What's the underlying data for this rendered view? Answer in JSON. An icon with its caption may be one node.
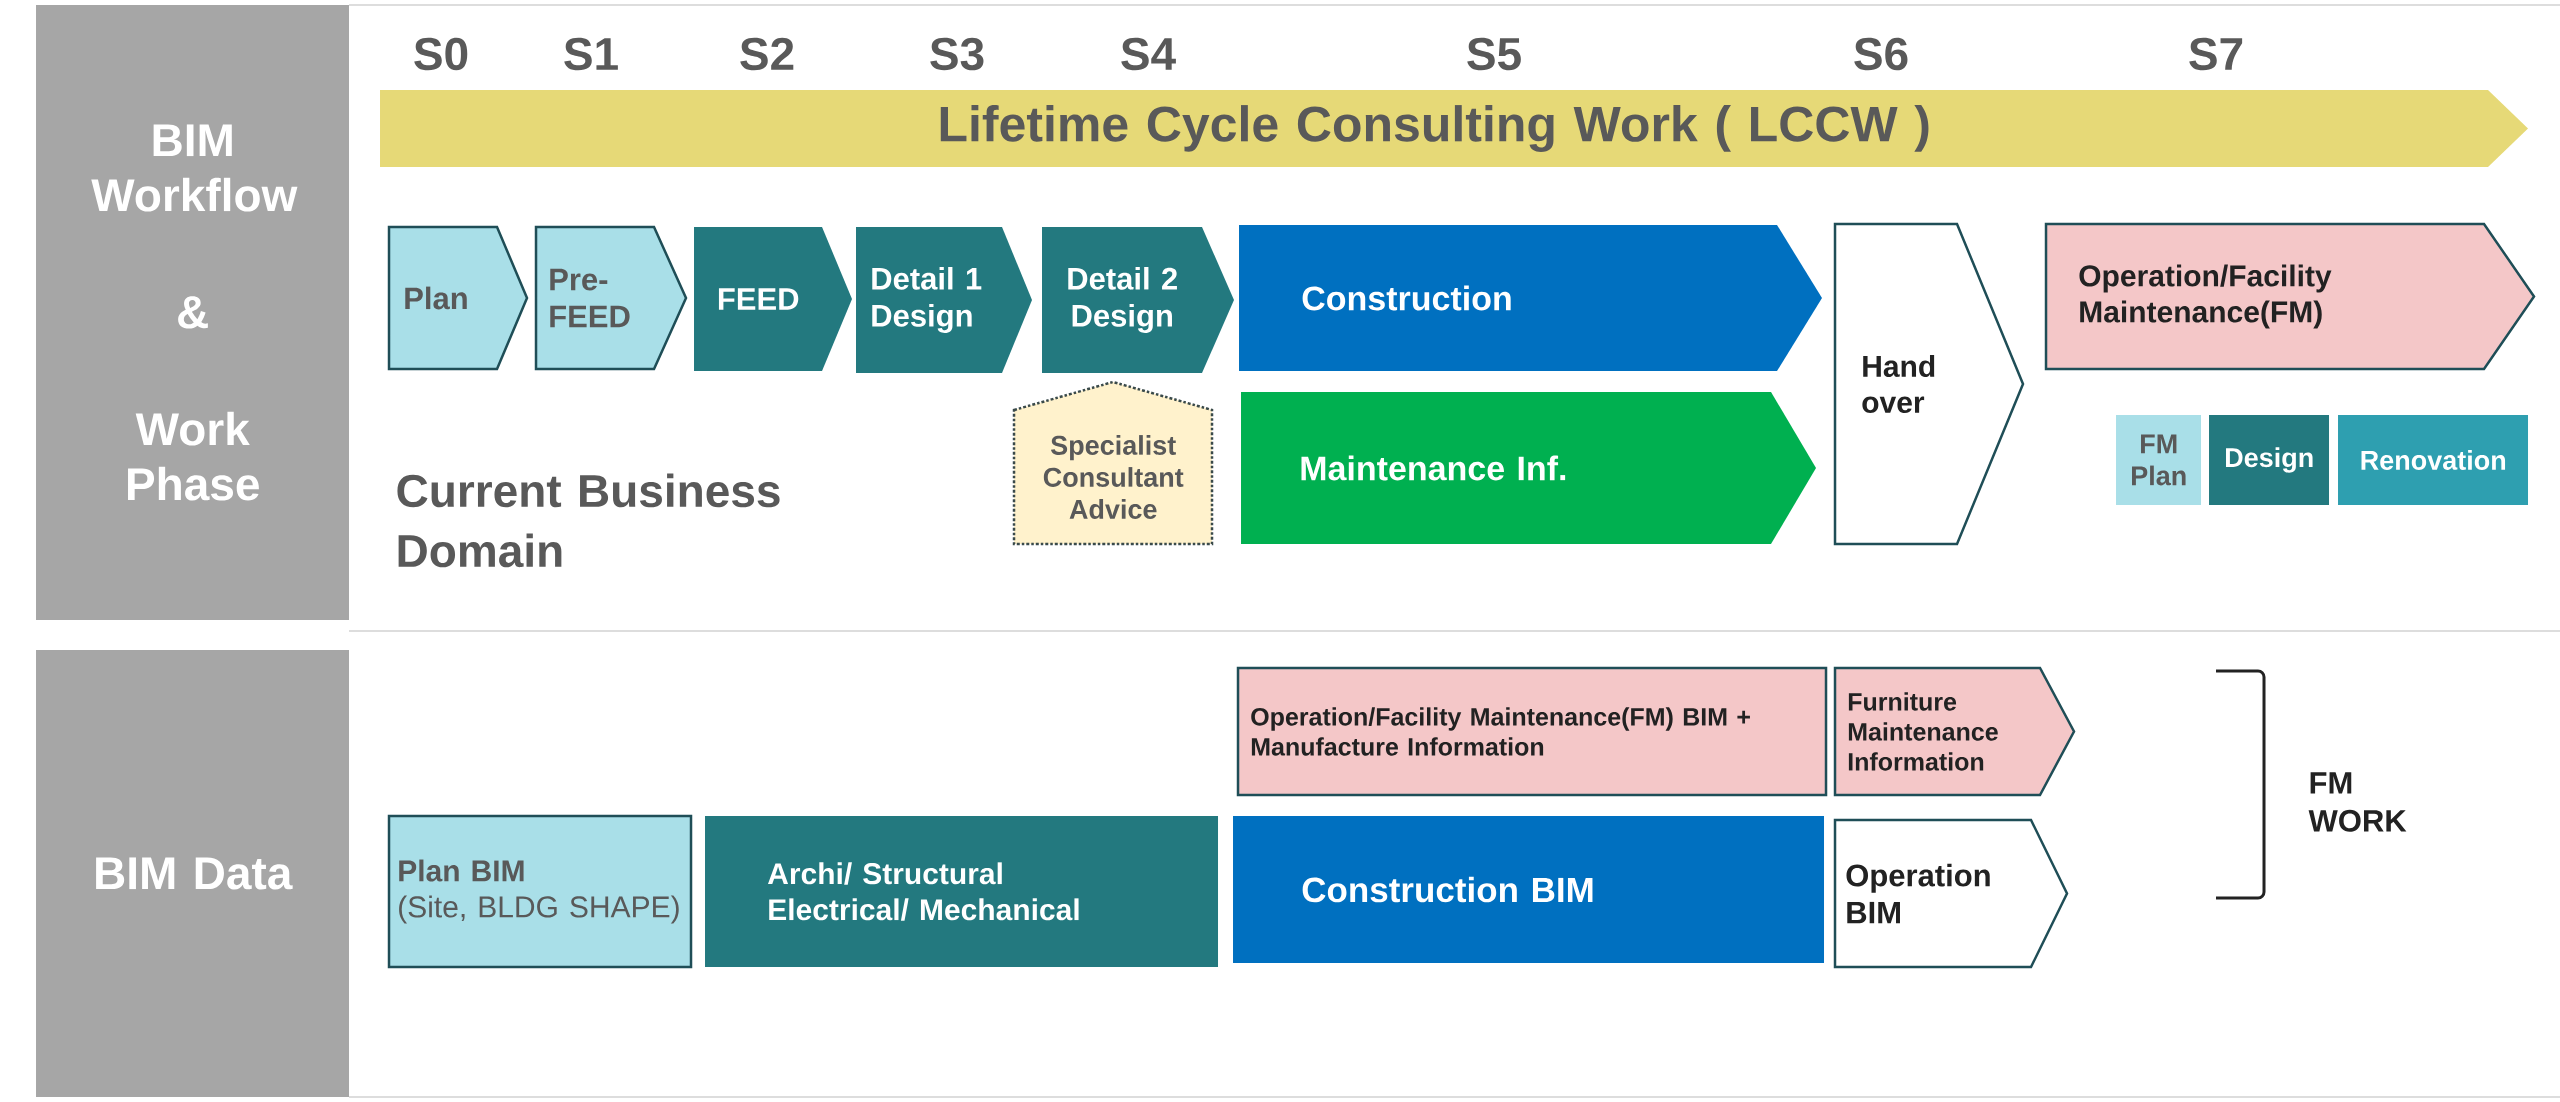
{
  "diagram": {
    "nodes": [
      {
        "text": [
          "BIM Workflow",
          "&",
          "Work Phase"
        ]
      },
      {
        "text": [
          "Lifetime Cycle Consulting Work ( LCCW )"
        ]
      },
      {
        "text": [
          "Plan"
        ]
      },
      {
        "text": [
          "Pre-FEED"
        ]
      },
      {
        "text": [
          "FEED"
        ]
      },
      {
        "text": [
          "Detail 1 Design"
        ]
      },
      {
        "text": [
          "Detail 2 Design"
        ]
      },
      {
        "text": [
          "Construction"
        ]
      },
      {
        "text": [
          "Maintenance Inf."
        ]
      },
      {
        "text": [
          "Specialist Consultant Advice"
        ]
      },
      {
        "text": [
          "Hand over"
        ]
      },
      {
        "text": [
          "Operation/Facility Maintenance(FM)"
        ]
      },
      {
        "text": [
          "FM Plan"
        ]
      },
      {
        "text": [
          "Design"
        ]
      },
      {
        "text": [
          "Renovation"
        ]
      },
      {
        "text": [
          "BIM Data"
        ]
      },
      {
        "text": [
          "Plan BIM",
          "(Site, BLDG SHAPE)"
        ]
      },
      {
        "text": [
          "Archi/ Structural Electrical/ Mechanical"
        ]
      },
      {
        "text": [
          "Operation/Facility Maintenance(FM) BIM + Manufacture Information"
        ]
      },
      {
        "text": [
          "Furniture Maintenance Information"
        ]
      },
      {
        "text": [
          "Construction BIM"
        ]
      },
      {
        "text": [
          "Operation BIM"
        ]
      }
    ],
    "labels": [
      "S0",
      "S1",
      "S2",
      "S3",
      "S4",
      "S5",
      "S6",
      "S7",
      "Current Business Domain",
      "FM WORK"
    ]
  }
}
